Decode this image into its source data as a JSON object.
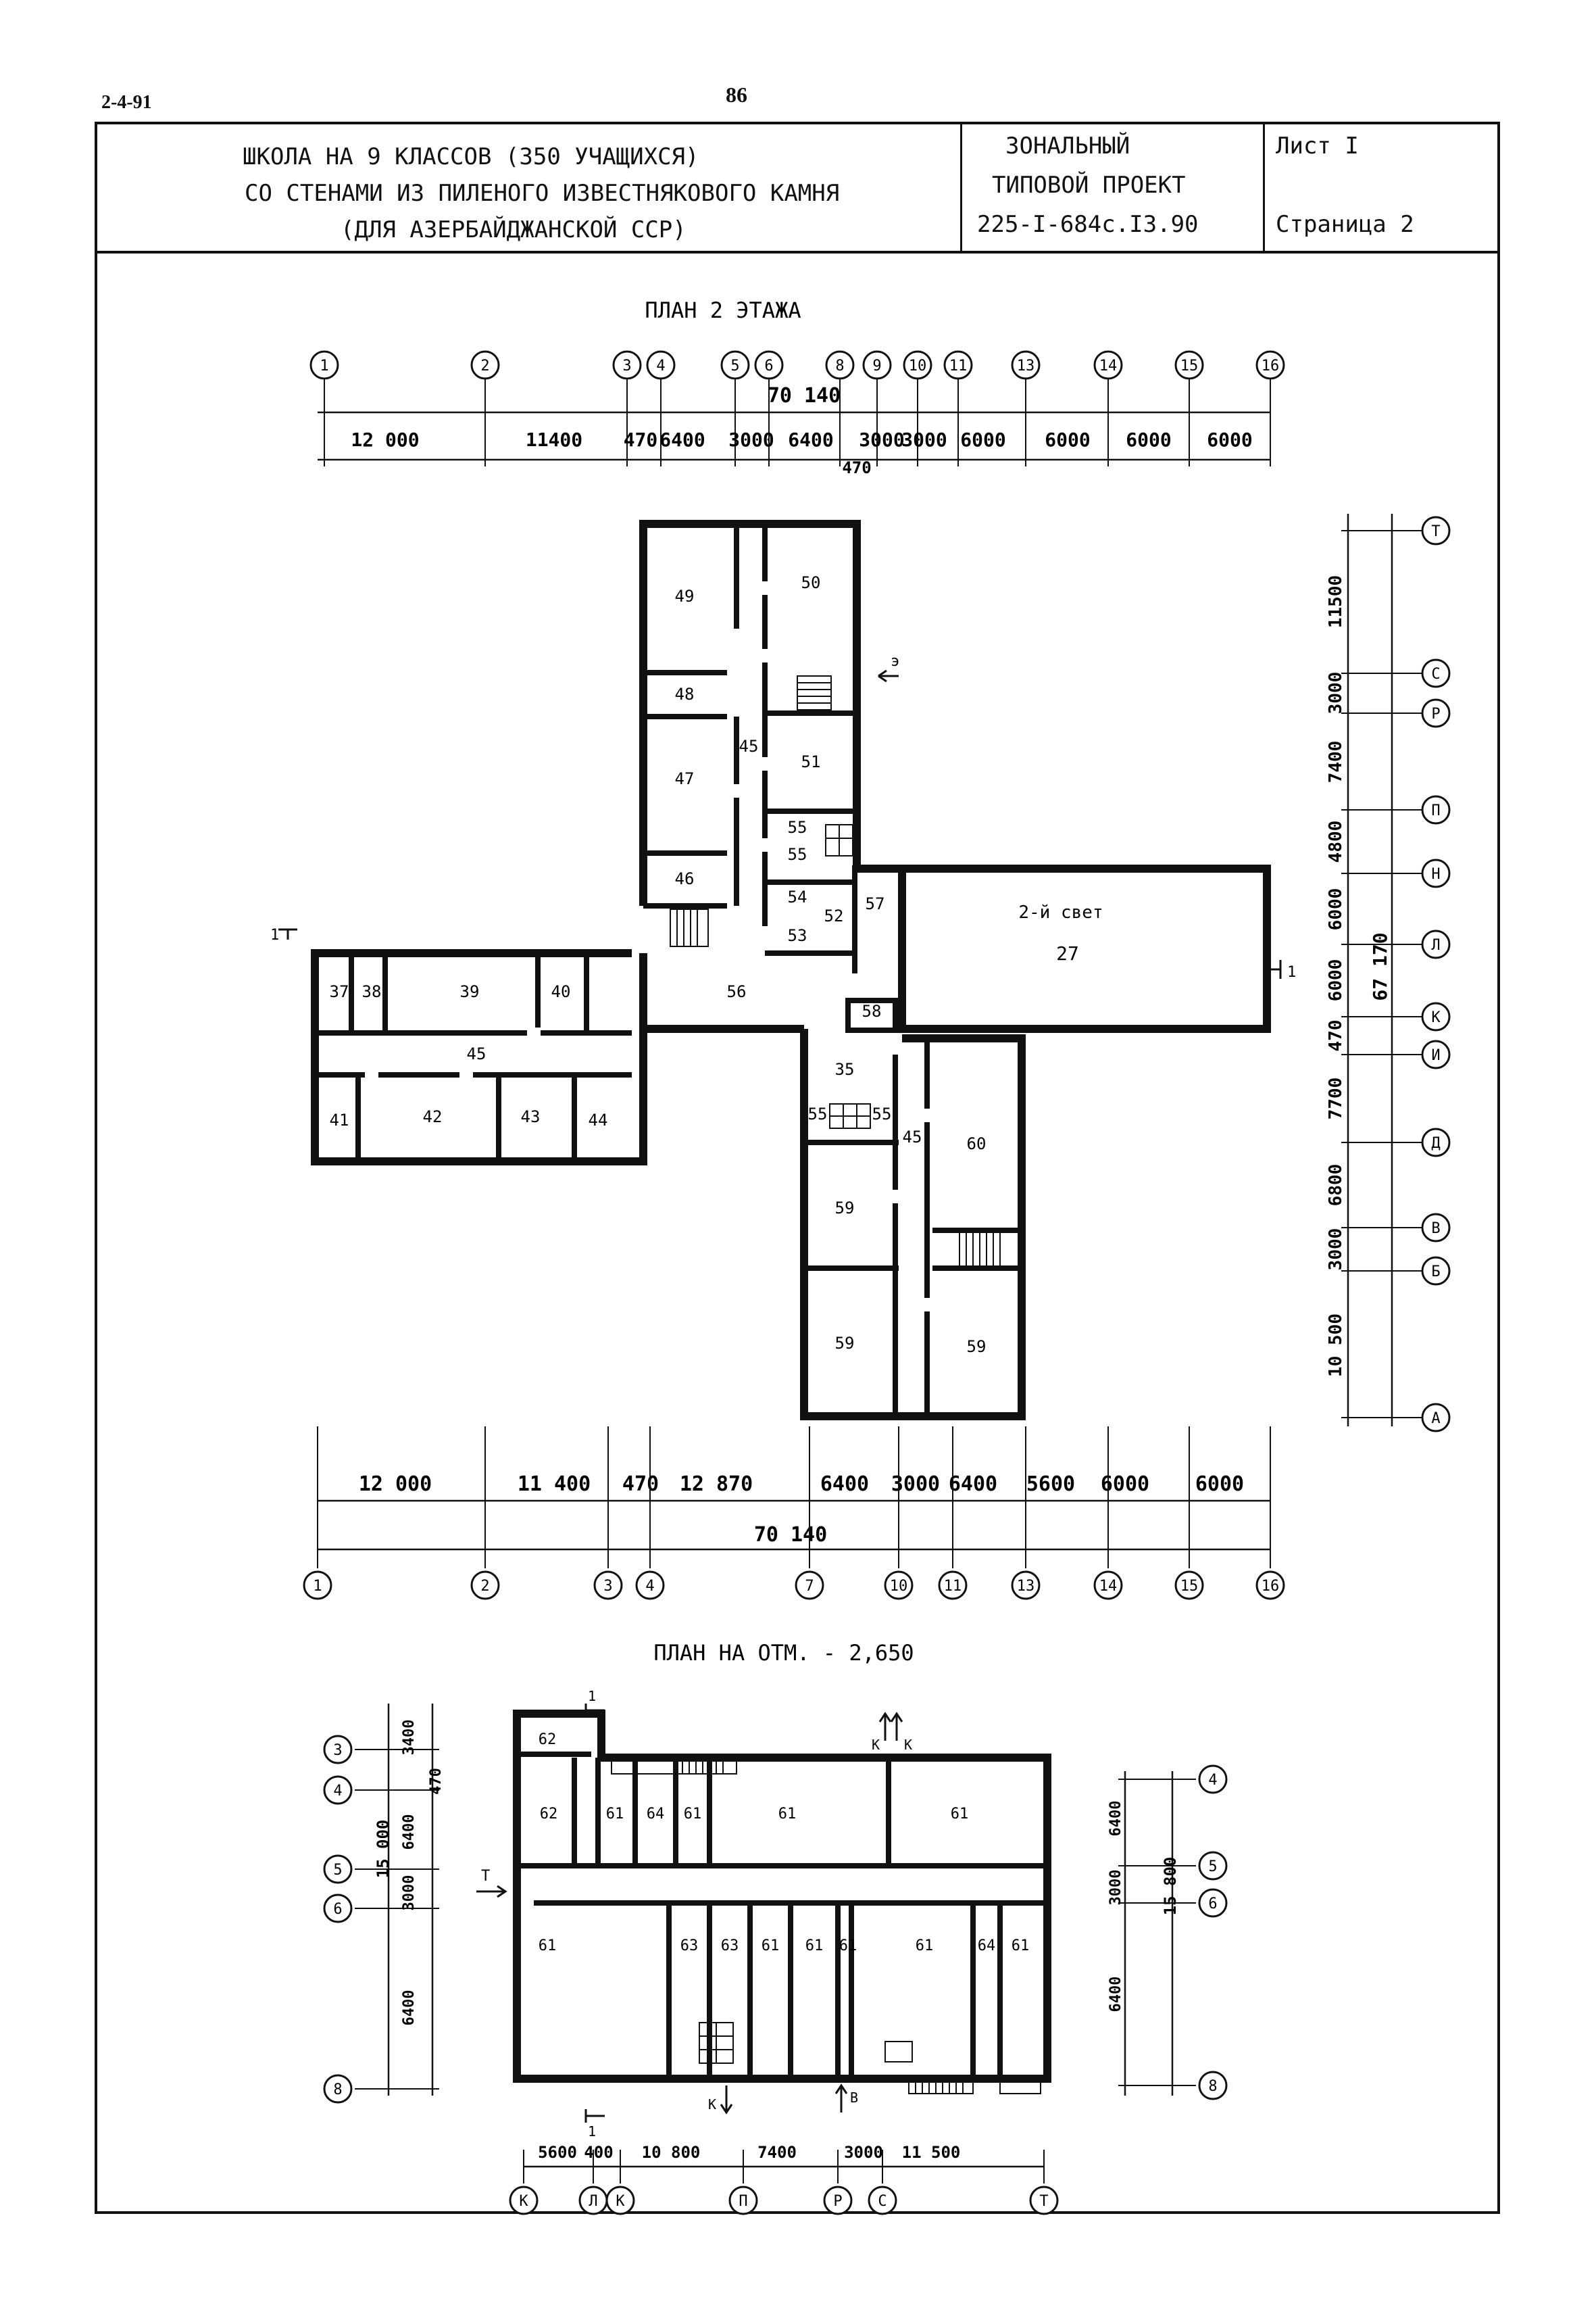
{
  "page": {
    "code": "2-4-91",
    "number": "86"
  },
  "title_block": {
    "title_lines": [
      "ШКОЛА НА 9 КЛАССОВ (350 УЧАЩИХСЯ)",
      "СО СТЕНАМИ ИЗ ПИЛЕНОГО ИЗВЕСТНЯКОВОГО КАМНЯ",
      "(ДЛЯ АЗЕРБАЙДЖАНСКОЙ ССР)"
    ],
    "project_lines": [
      "ЗОНАЛЬНЫЙ",
      "ТИПОВОЙ ПРОЕКТ",
      "225-I-684с.I3.90"
    ],
    "sheet": "Лист I",
    "page_label": "Страница 2"
  },
  "plan2": {
    "title": "ПЛАН 2 ЭТАЖА",
    "top_axes": [
      "1",
      "2",
      "3",
      "4",
      "5",
      "6",
      "8",
      "9",
      "10",
      "11",
      "13",
      "14",
      "15",
      "16"
    ],
    "top_total": "70 140",
    "top_dims": [
      "12 000",
      "11400",
      "470",
      "6400",
      "3000",
      "6400",
      "3000",
      "3000",
      "6000",
      "6000",
      "6000",
      "6000"
    ],
    "top_small": "470",
    "bottom_dims": [
      "12 000",
      "11 400",
      "470",
      "12 870",
      "6400",
      "3000",
      "6400",
      "5600",
      "6000",
      "6000"
    ],
    "bottom_total": "70 140",
    "bottom_axes": [
      "1",
      "2",
      "3",
      "4",
      "7",
      "10",
      "11",
      "13",
      "14",
      "15",
      "16"
    ],
    "right_axes": [
      "Т",
      "С",
      "Р",
      "П",
      "Н",
      "Л",
      "К",
      "И",
      "Д",
      "В",
      "Б",
      "А"
    ],
    "right_dims": [
      "11500",
      "3000",
      "7400",
      "4800",
      "6000",
      "6000",
      "470",
      "7700",
      "6800",
      "3000",
      "10 500"
    ],
    "right_total": "67 170",
    "rooms": [
      "49",
      "50",
      "48",
      "47",
      "51",
      "55",
      "55",
      "46",
      "54",
      "52",
      "53",
      "57",
      "45",
      "37",
      "38",
      "39",
      "40",
      "56",
      "58",
      "45",
      "41",
      "42",
      "43",
      "44",
      "35",
      "55",
      "55",
      "45",
      "60",
      "59",
      "59",
      "59"
    ],
    "second_light": "2-й свет",
    "room_27": "27",
    "section_label": "1",
    "evac_label": "э"
  },
  "plan_lower": {
    "title": "ПЛАН НА ОТМ. - 2,650",
    "left_axes": [
      "3",
      "4",
      "5",
      "6",
      "8"
    ],
    "left_dims": [
      "3400",
      "470",
      "6400",
      "3000",
      "6400"
    ],
    "left_total": "15 000",
    "right_axes": [
      "4",
      "5",
      "6",
      "8"
    ],
    "right_dims": [
      "6400",
      "3000",
      "6400"
    ],
    "right_total": "15 800",
    "bottom_dims": [
      "5600",
      "400",
      "10 800",
      "7400",
      "3000",
      "11 500"
    ],
    "bottom_axes": [
      "К",
      "Л",
      "К",
      "П",
      "Р",
      "С",
      "Т"
    ],
    "rooms": [
      "62",
      "62",
      "61",
      "64",
      "61",
      "61",
      "61",
      "61",
      "63",
      "63",
      "61",
      "61",
      "61",
      "61",
      "64",
      "61"
    ],
    "entry_labels": [
      "К",
      "К",
      "Т",
      "К",
      "В"
    ],
    "section_label": "1"
  }
}
